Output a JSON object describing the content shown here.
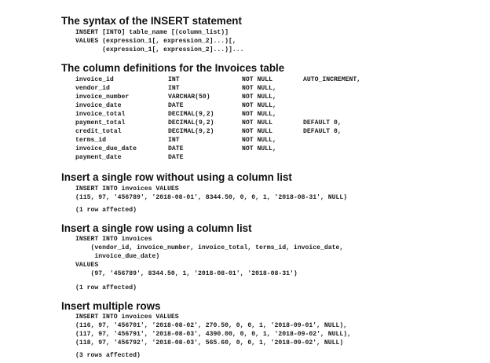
{
  "sections": [
    {
      "heading": "The syntax of the INSERT statement",
      "code": "INSERT [INTO] table_name [(column_list)]\nVALUES (expression_1[, expression_2]...)[,\n       (expression_1[, expression_2]...)]..."
    },
    {
      "heading": "The column definitions for the Invoices table",
      "columns": [
        {
          "name": "invoice_id",
          "type": "INT",
          "null": "NOT NULL",
          "extra": "AUTO_INCREMENT,"
        },
        {
          "name": "vendor_id",
          "type": "INT",
          "null": "NOT NULL,",
          "extra": ""
        },
        {
          "name": "invoice_number",
          "type": "VARCHAR(50)",
          "null": "NOT NULL,",
          "extra": ""
        },
        {
          "name": "invoice_date",
          "type": "DATE",
          "null": "NOT NULL,",
          "extra": ""
        },
        {
          "name": "invoice_total",
          "type": "DECIMAL(9,2)",
          "null": "NOT NULL,",
          "extra": ""
        },
        {
          "name": "payment_total",
          "type": "DECIMAL(9,2)",
          "null": "NOT NULL",
          "extra": "DEFAULT 0,"
        },
        {
          "name": "credit_total",
          "type": "DECIMAL(9,2)",
          "null": "NOT NULL",
          "extra": "DEFAULT 0,"
        },
        {
          "name": "terms_id",
          "type": "INT",
          "null": "NOT NULL,",
          "extra": ""
        },
        {
          "name": "invoice_due_date",
          "type": "DATE",
          "null": "NOT NULL,",
          "extra": ""
        },
        {
          "name": "payment_date",
          "type": "DATE",
          "null": "",
          "extra": ""
        }
      ]
    },
    {
      "heading": "Insert a single row without using a column list",
      "code": "INSERT INTO invoices VALUES\n(115, 97, '456789', '2018-08-01', 8344.50, 0, 0, 1, '2018-08-31', NULL)",
      "result": "(1 row affected)"
    },
    {
      "heading": "Insert a single row using a column list",
      "code": "INSERT INTO invoices\n    (vendor_id, invoice_number, invoice_total, terms_id, invoice_date,\n     invoice_due_date)\nVALUES\n    (97, '456789', 8344.50, 1, '2018-08-01', '2018-08-31')",
      "result": "(1 row affected)"
    },
    {
      "heading": "Insert multiple rows",
      "code": "INSERT INTO invoices VALUES\n(116, 97, '456701', '2018-08-02', 270.50, 0, 0, 1, '2018-09-01', NULL),\n(117, 97, '456791', '2018-08-03', 4390.00, 0, 0, 1, '2018-09-02', NULL),\n(118, 97, '456792', '2018-08-03', 565.60, 0, 0, 1, '2018-09-02', NULL)",
      "result": "(3 rows affected)"
    }
  ]
}
